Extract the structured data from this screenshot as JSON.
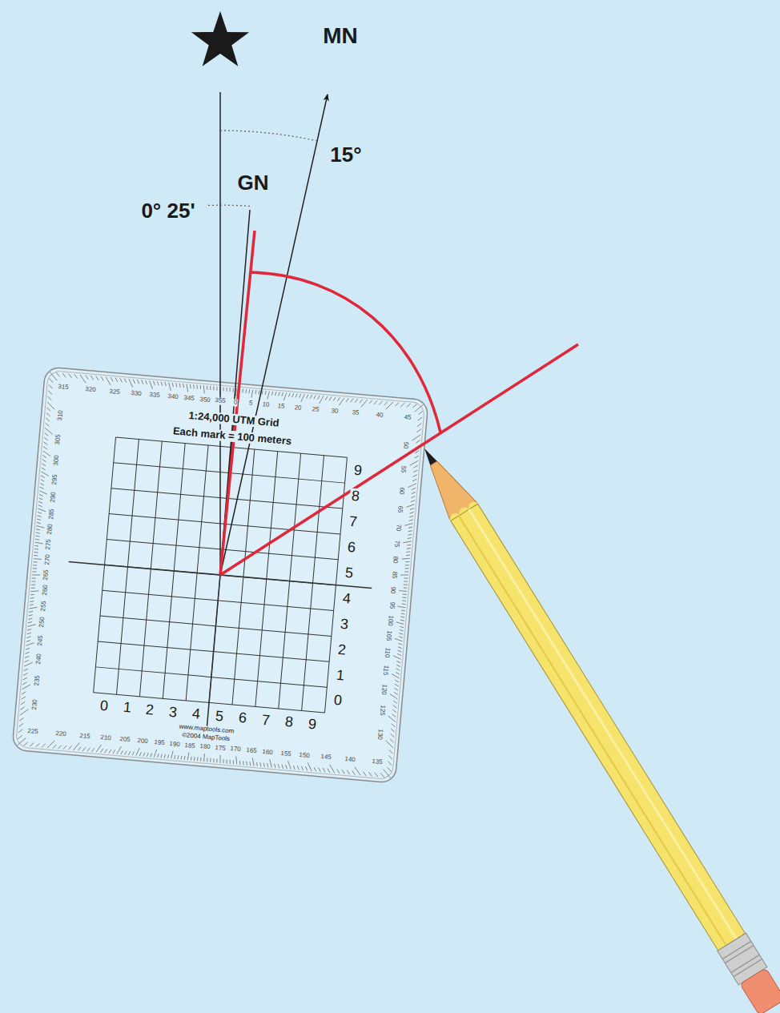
{
  "diagram": {
    "labels": [
      "MN",
      "15°",
      "GN",
      "0° 25'",
      "1:24,000 UTM Grid",
      "Each mark = 100 meters",
      "0",
      "1",
      "2",
      "3",
      "4",
      "5",
      "6",
      "7",
      "8",
      "9",
      "0",
      "1",
      "2",
      "3",
      "4",
      "5",
      "6",
      "7",
      "8",
      "9",
      "www.maptools.com",
      "©2004 MapTools",
      "0",
      "5",
      "10",
      "15",
      "20",
      "25",
      "30",
      "35",
      "40",
      "45",
      "50",
      "55",
      "60",
      "65",
      "70",
      "75",
      "80",
      "85",
      "90",
      "95",
      "100",
      "105",
      "110",
      "115",
      "120",
      "125",
      "130",
      "135",
      "140",
      "145",
      "150",
      "155",
      "160",
      "165",
      "170",
      "175",
      "180",
      "185",
      "190",
      "195",
      "200",
      "205",
      "210",
      "215",
      "220",
      "225",
      "230",
      "235",
      "240",
      "245",
      "250",
      "255",
      "260",
      "265",
      "270",
      "275",
      "280",
      "285",
      "290",
      "295",
      "300",
      "305",
      "310",
      "315",
      "320",
      "325",
      "330",
      "335",
      "340",
      "345",
      "350",
      "355"
    ]
  }
}
